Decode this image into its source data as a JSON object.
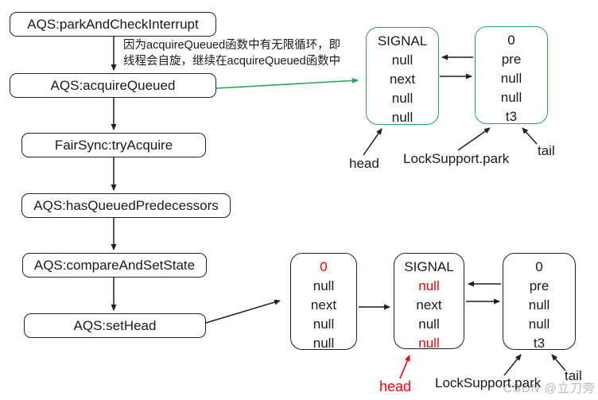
{
  "colors": {
    "red": "#fb0205",
    "green": "#21a957",
    "ink": "#1f1f1f",
    "watermark_gray": "#b9b9b9"
  },
  "flow": {
    "steps": [
      {
        "label": "AQS:parkAndCheckInterrupt"
      },
      {
        "label": "AQS:acquireQueued"
      },
      {
        "label": "FairSync:tryAcquire"
      },
      {
        "label": "AQS:hasQueuedPredecessors"
      },
      {
        "label": "AQS:compareAndSetState"
      },
      {
        "label": "AQS:setHead"
      }
    ],
    "annotation": {
      "line1": "因为acquireQueued函数中有无限循环，即",
      "line2": "线程会自旋，继续在acquireQueued函数中"
    }
  },
  "top_queue": {
    "head_node": {
      "rows": [
        {
          "text": "SIGNAL",
          "color": "black"
        },
        {
          "text": "null",
          "color": "black"
        },
        {
          "text": "next",
          "color": "black"
        },
        {
          "text": "null",
          "color": "black"
        },
        {
          "text": "null",
          "color": "black"
        }
      ]
    },
    "tail_node": {
      "rows": [
        {
          "text": "0",
          "color": "black"
        },
        {
          "text": "pre",
          "color": "black"
        },
        {
          "text": "null",
          "color": "black"
        },
        {
          "text": "null",
          "color": "black"
        },
        {
          "text": "t3",
          "color": "black"
        }
      ]
    },
    "labels": {
      "head": "head",
      "park": "LockSupport.park",
      "tail": "tail"
    }
  },
  "bottom_queue": {
    "old_head_node": {
      "rows": [
        {
          "text": "0",
          "color": "red"
        },
        {
          "text": "null",
          "color": "black"
        },
        {
          "text": "next",
          "color": "black"
        },
        {
          "text": "null",
          "color": "black"
        },
        {
          "text": "null",
          "color": "black"
        }
      ]
    },
    "new_head_node": {
      "rows": [
        {
          "text": "SIGNAL",
          "color": "black"
        },
        {
          "text": "null",
          "color": "red"
        },
        {
          "text": "next",
          "color": "black"
        },
        {
          "text": "null",
          "color": "black"
        },
        {
          "text": "null",
          "color": "red"
        }
      ]
    },
    "tail_node": {
      "rows": [
        {
          "text": "0",
          "color": "black"
        },
        {
          "text": "pre",
          "color": "black"
        },
        {
          "text": "null",
          "color": "black"
        },
        {
          "text": "null",
          "color": "black"
        },
        {
          "text": "t3",
          "color": "black"
        }
      ]
    },
    "labels": {
      "head": "head",
      "park": "LockSupport.park",
      "tail": "tail"
    }
  },
  "watermark": "CSDN @立刀旁"
}
